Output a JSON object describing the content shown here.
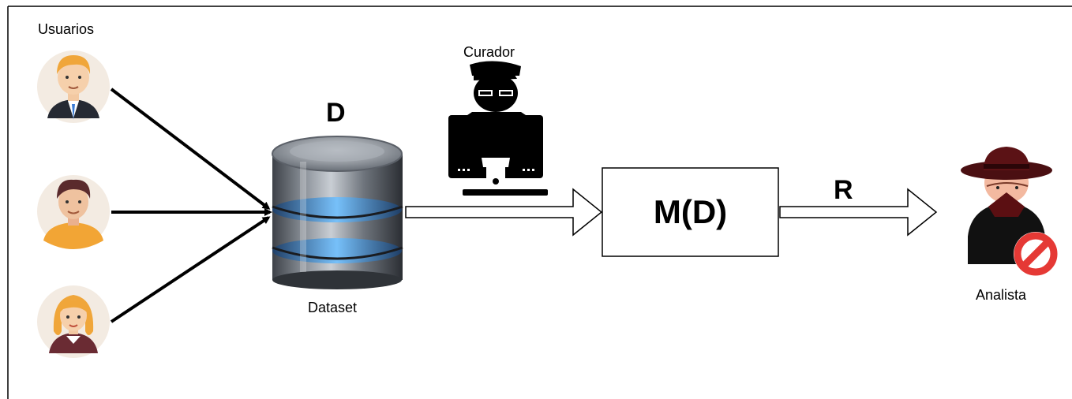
{
  "labels": {
    "users": "Usuarios",
    "curator": "Curador",
    "dataset_symbol": "D",
    "dataset": "Dataset",
    "mechanism": "M(D)",
    "result": "R",
    "analyst": "Analista"
  },
  "icons": {
    "users": [
      "businessman-avatar-icon",
      "man-avatar-icon",
      "woman-avatar-icon"
    ],
    "database": "database-icon",
    "curator": "hacker-at-computer-icon",
    "analyst": "spy-icon",
    "forbidden": "prohibited-icon"
  },
  "colors": {
    "line": "#000000",
    "db_glow": "#4fa8ff",
    "forbidden": "#e53935"
  }
}
